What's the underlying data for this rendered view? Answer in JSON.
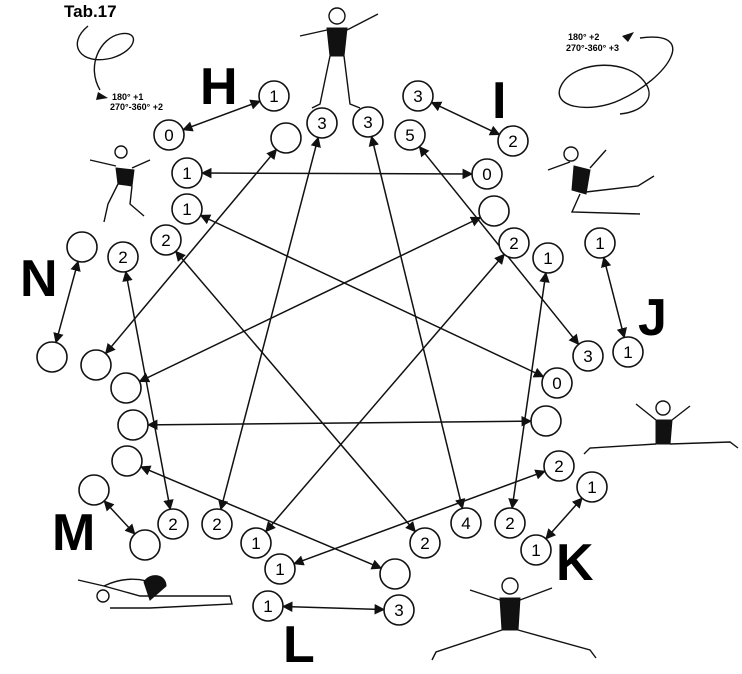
{
  "title": "Tab.17",
  "letters": {
    "H": "H",
    "I": "I",
    "J": "J",
    "K": "K",
    "L": "L",
    "M": "M",
    "N": "N"
  },
  "rotation_notes": {
    "left": {
      "line1": "180° +1",
      "line2": "270°-360° +2"
    },
    "right": {
      "line1": "180° +2",
      "line2": "270°-360° +3"
    }
  },
  "nodes": {
    "h1": "1",
    "h0": "0",
    "hb": "",
    "t3a": "3",
    "t3b": "3",
    "t5": "5",
    "i3": "3",
    "i2": "2",
    "r0": "0",
    "rb1": "",
    "r2": "2",
    "r1": "1",
    "j1a": "1",
    "j1b": "1",
    "r3": "3",
    "r0b": "0",
    "rb2": "",
    "k2": "2",
    "k1a": "1",
    "k1b": "1",
    "b2a": "2",
    "b4": "4",
    "b2b": "2",
    "bb": "",
    "l1a": "1",
    "l1b": "1",
    "l1c": "1",
    "l3": "3",
    "m2a": "2",
    "m2b": "2",
    "mb1": "",
    "mb2": "",
    "lb1": "",
    "lb2": "",
    "lb3": "",
    "lb4": "",
    "lb5": "",
    "n2": "2",
    "nb1": "",
    "nb2": "",
    "l1": "1",
    "l1d": "1",
    "l2": "2"
  }
}
